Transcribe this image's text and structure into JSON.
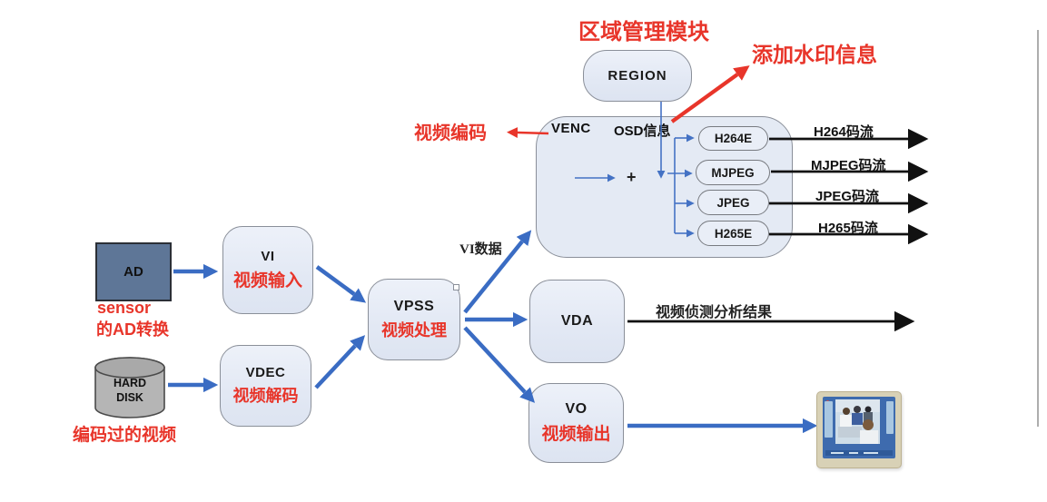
{
  "diagram": {
    "annotations": {
      "region_module": "区域管理模块",
      "add_watermark": "添加水印信息",
      "video_encode": "视频编码",
      "sensor_line1": "sensor",
      "sensor_line2": "的AD转换",
      "encoded_video": "编码过的视频"
    },
    "nodes": {
      "region": {
        "label": "REGION"
      },
      "venc": {
        "label": "VENC",
        "osd_label": "OSD信息",
        "plus": "+"
      },
      "encoders": {
        "h264e": "H264E",
        "mjpeg": "MJPEG",
        "jpeg": "JPEG",
        "h265e": "H265E"
      },
      "ad": {
        "label": "AD"
      },
      "hard_disk": {
        "line1": "HARD",
        "line2": "DISK"
      },
      "vi": {
        "label": "VI",
        "sublabel": "视频输入"
      },
      "vdec": {
        "label": "VDEC",
        "sublabel": "视频解码"
      },
      "vpss": {
        "label": "VPSS",
        "sublabel": "视频处理"
      },
      "vda": {
        "label": "VDA"
      },
      "vo": {
        "label": "VO",
        "sublabel": "视频输出"
      }
    },
    "edge_labels": {
      "vi_data": "VI数据",
      "h264_stream": "H264码流",
      "mjpeg_stream": "MJPEG码流",
      "jpeg_stream": "JPEG码流",
      "h265_stream": "H265码流",
      "vda_result": "视频侦测分析结果"
    },
    "colors": {
      "annotation_red": "#e8352a",
      "arrow_blue": "#3a6cc3",
      "connector_blue": "#4472c4",
      "arrow_black": "#111111",
      "box_fill": "#e4eaf4",
      "box_border": "#8a8f99",
      "ad_box_fill": "#5e7697",
      "disk_fill": "#b5b5b5"
    }
  }
}
